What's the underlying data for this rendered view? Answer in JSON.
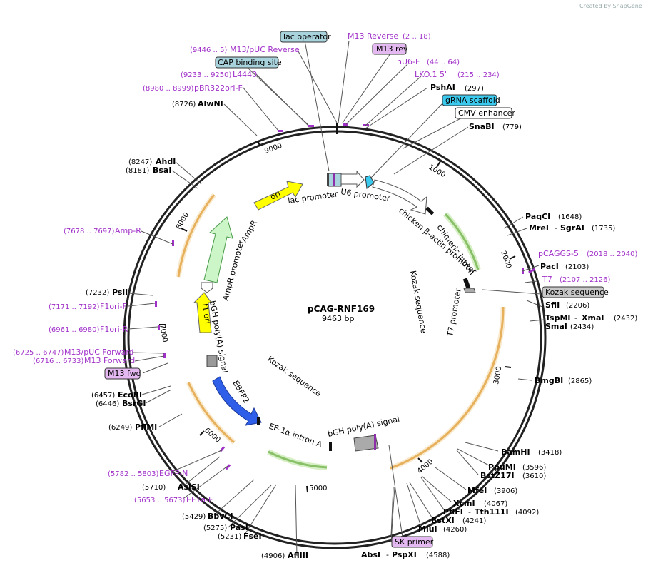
{
  "credit": "Created by SnapGene",
  "plasmid": {
    "name": "pCAG-RNF169",
    "size": "9463 bp"
  },
  "ticks": [
    "1000",
    "2000",
    "3000",
    "4000",
    "5000",
    "6000",
    "7000",
    "8000",
    "9000"
  ],
  "boxed_labels": [
    {
      "id": "lac-operator",
      "text": "lac operator",
      "color": "#a9d3dc"
    },
    {
      "id": "m13-rev",
      "text": "M13 rev",
      "color": "#e4b8f0"
    },
    {
      "id": "cap-binding-site",
      "text": "CAP binding site",
      "color": "#a9d3dc"
    },
    {
      "id": "grna-scaffold",
      "text": "gRNA scaffold",
      "color": "#3cc9ee"
    },
    {
      "id": "cmv-enhancer",
      "text": "CMV enhancer",
      "color": "#ffffff"
    },
    {
      "id": "kozak-sequence",
      "text": "Kozak sequence",
      "color": "#c8c8c8"
    },
    {
      "id": "m13-fwd",
      "text": "M13 fwd",
      "color": "#e4b8f0"
    },
    {
      "id": "sk-primer",
      "text": "SK primer",
      "color": "#e4b8f0"
    }
  ],
  "labels": {
    "m13_reverse": {
      "name": "M13 Reverse",
      "pos": "(2 .. 18)"
    },
    "m13_puc_reverse": {
      "name": "M13/pUC Reverse",
      "pos": "(9446 .. 5)"
    },
    "hu6_f": {
      "name": "hU6-F",
      "pos": "(44 .. 64)"
    },
    "lko1": {
      "name": "LKO.1 5'",
      "pos": "(215 .. 234)"
    },
    "l4440": {
      "name": "L4440",
      "pos": "(9233 .. 9250)"
    },
    "pbr322": {
      "name": "pBR322ori-F",
      "pos": "(8980 .. 8999)"
    },
    "pshai": {
      "name": "PshAI",
      "pos": "(297)"
    },
    "alwni": {
      "name": "AlwNI",
      "pos": "(8726)"
    },
    "snabi": {
      "name": "SnaBI",
      "pos": "(779)"
    },
    "ahdi": {
      "name": "AhdI",
      "pos": "(8247)"
    },
    "bsai": {
      "name": "BsaI",
      "pos": "(8181)"
    },
    "paqci": {
      "name": "PaqCI",
      "pos": "(1648)"
    },
    "mrei": {
      "name": "MreI",
      "name2": "SgrAI",
      "pos": "(1735)"
    },
    "amp_r": {
      "name": "Amp-R",
      "pos": "(7678 .. 7697)"
    },
    "pcaggs5": {
      "name": "pCAGGS-5",
      "pos": "(2018 .. 2040)"
    },
    "paci": {
      "name": "PacI",
      "pos": "(2103)"
    },
    "t7": {
      "name": "T7",
      "pos": "(2107 .. 2126)"
    },
    "sfii": {
      "name": "SfiI",
      "pos": "(2206)"
    },
    "psii": {
      "name": "PsiI",
      "pos": "(7232)"
    },
    "tspmi": {
      "name": "TspMI",
      "name2": "XmaI",
      "pos": "(2432)"
    },
    "smai": {
      "name": "SmaI",
      "pos": "(2434)"
    },
    "f1ori_f": {
      "name": "F1ori-F",
      "pos": "(7171 .. 7192)"
    },
    "f1ori_r": {
      "name": "F1ori-R",
      "pos": "(6961 .. 6980)"
    },
    "m13_puc_fwd": {
      "name": "M13/pUC Forward",
      "pos": "(6725 .. 6747)"
    },
    "m13_forward": {
      "name": "M13 Forward",
      "pos": "(6716 .. 6733)"
    },
    "bmgbi": {
      "name": "BmgBI",
      "pos": "(2865)"
    },
    "ecori": {
      "name": "EcoRI",
      "pos": "(6457)"
    },
    "bsrgi": {
      "name": "BsrGI",
      "pos": "(6446)"
    },
    "pflmi": {
      "name": "PflMI",
      "pos": "(6249)"
    },
    "bamhi": {
      "name": "BamHI",
      "pos": "(3418)"
    },
    "ppumi": {
      "name": "PpuMI",
      "pos": "(3596)"
    },
    "bstz17i": {
      "name": "BstZ17I",
      "pos": "(3610)"
    },
    "egfp_n": {
      "name": "EGFP-N",
      "pos": "(5782 .. 5803)"
    },
    "asisi": {
      "name": "AsiSI",
      "pos": "(5710)"
    },
    "ef1a_f": {
      "name": "EF1a-F",
      "pos": "(5653 .. 5673)"
    },
    "mfei": {
      "name": "MfeI",
      "pos": "(3906)"
    },
    "xcmi": {
      "name": "XcmI",
      "pos": "(4067)"
    },
    "pflfi": {
      "name": "PflFI",
      "name2": "Tth111I",
      "pos": "(4092)"
    },
    "bstxi": {
      "name": "BstXI",
      "pos": "(4241)"
    },
    "mlui": {
      "name": "MluI",
      "pos": "(4260)"
    },
    "bbvci": {
      "name": "BbvCI",
      "pos": "(5429)"
    },
    "pasi": {
      "name": "PasI",
      "pos": "(5275)"
    },
    "fsei": {
      "name": "FseI",
      "pos": "(5231)"
    },
    "afliii": {
      "name": "AflIII",
      "pos": "(4906)"
    },
    "absi": {
      "name": "AbsI",
      "name2": "PspXI",
      "pos": "(4588)"
    }
  },
  "features": {
    "lac_promoter": "lac promoter",
    "u6_promoter": "U6 promoter",
    "chicken_actin": "chicken β-actin promoter",
    "chimeric_intron": "chimeric intron",
    "kozak1": "Kozak sequence",
    "t7_promoter": "T7 promoter",
    "ori": "ori",
    "ampr": "AmpR",
    "ampr_promoter": "AmpR promoter",
    "bgh1": "bGH poly(A) signal",
    "f1ori": "f1 ori",
    "ebfp2": "EBFP2",
    "kozak2": "Kozak sequence",
    "ef1a_intron": "EF-1α intron A",
    "bgh2": "bGH poly(A) signal"
  }
}
